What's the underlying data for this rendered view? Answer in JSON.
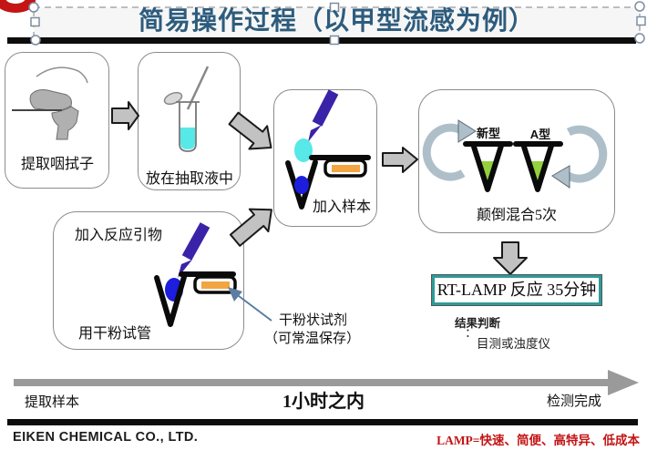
{
  "title": {
    "text": "简易操作过程（以甲型流感为例）"
  },
  "steps": {
    "swab": {
      "label": "提取咽拭子"
    },
    "extract": {
      "label": "放在抽取液中"
    },
    "add_sample": {
      "label": "加入样本"
    },
    "mix": {
      "tube_left": "新型",
      "tube_right": "A型",
      "label": "颠倒混合5次"
    },
    "primer": {
      "heading": "加入反应引物",
      "label": "用干粉试管"
    }
  },
  "reagent_note": {
    "line1": "干粉状试剂",
    "line2": "（可常温保存）"
  },
  "reaction": {
    "label": "RT-LAMP 反应  35分钟"
  },
  "result": {
    "heading": "结果判断",
    "colon": "：",
    "method": "目测或浊度仪"
  },
  "timeline": {
    "start": "提取样本",
    "middle": "1小时之内",
    "end": "检测完成"
  },
  "footer": {
    "company": "EIKEN CHEMICAL CO., LTD.",
    "tagline": "LAMP=快速、简便、高特异、低成本"
  },
  "icons": {
    "step1": "throat-swab-head-icon",
    "step2": "tube-with-swab-icon",
    "step3": "pipette-into-dry-tube-icon",
    "step4": [
      "rotate-left-icon",
      "tube-new-type-icon",
      "tube-a-type-icon",
      "rotate-right-icon"
    ],
    "step5": "pipette-into-dry-tube-icon",
    "flow_arrows": [
      "arrow-right",
      "arrow-down-right",
      "arrow-right",
      "arrow-up-right",
      "arrow-down"
    ],
    "timeline": "long-right-arrow-icon",
    "logo": "red-logo-fragment"
  },
  "colors": {
    "title_blue": "#2d5c7d",
    "box_border": "#8c8c8c",
    "arrow_gray": "#c2c2c2",
    "rotate_arrow": "#aebfc9",
    "liquid_green": "#94d13d",
    "liquid_cyan": "#57e8e8",
    "droplet_blue": "#1d1ddd",
    "pipette_indigo": "#3a23a8",
    "cap_orange": "#f2a541",
    "teal_border": "#2e9a9a",
    "red_accent": "#c41414",
    "timeline_gray": "#9a9a9a",
    "note_arrow_blue": "#5a7da0",
    "bar_black": "#0d0d0d"
  }
}
